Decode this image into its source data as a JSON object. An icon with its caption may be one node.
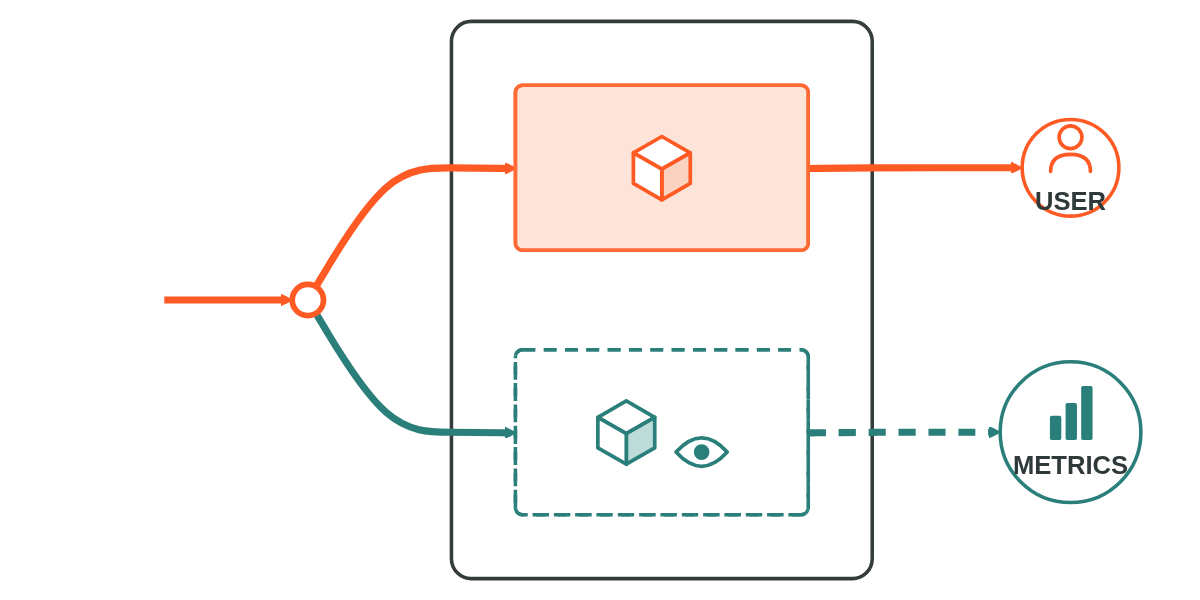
{
  "diagram": {
    "nodes": [
      {
        "text": [],
        "shape": "circle"
      },
      {
        "text": [],
        "shape": "box"
      },
      {
        "text": [],
        "shape": "box",
        "in": 1
      },
      {
        "text": [],
        "shape": "box",
        "in": 1
      },
      {
        "text": [
          "USER"
        ]
      },
      {
        "text": [
          "METRICS"
        ]
      }
    ],
    "edges": [
      {
        "from": null,
        "to": 0,
        "arrow": "to"
      },
      {
        "from": 0,
        "to": 2,
        "arrow": "to"
      },
      {
        "from": 0,
        "to": 3,
        "arrow": "to",
        "color": "#2a7f7a"
      },
      {
        "from": 2,
        "to": 4,
        "arrow": "to"
      },
      {
        "from": 3,
        "to": 5,
        "arrow": "to",
        "style": "dashed",
        "color": "#2a7f7a"
      }
    ]
  }
}
